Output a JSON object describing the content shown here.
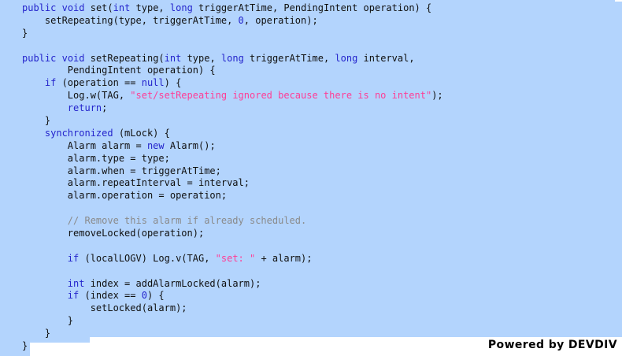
{
  "snippet": {
    "language": "java",
    "background_color": "#b3d4fd",
    "keyword_color": "#2424cc",
    "string_color": "#ff3d96",
    "comment_color": "#8a8a8a",
    "text_color": "#101010",
    "lines": [
      {
        "indent": 0,
        "tokens": [
          {
            "t": "public",
            "c": "kw"
          },
          {
            "t": " ",
            "c": "pln"
          },
          {
            "t": "void",
            "c": "kw"
          },
          {
            "t": " set(",
            "c": "pln"
          },
          {
            "t": "int",
            "c": "kw"
          },
          {
            "t": " type, ",
            "c": "pln"
          },
          {
            "t": "long",
            "c": "kw"
          },
          {
            "t": " triggerAtTime, PendingIntent operation) {",
            "c": "pln"
          }
        ]
      },
      {
        "indent": 1,
        "tokens": [
          {
            "t": "setRepeating(type, triggerAtTime, ",
            "c": "pln"
          },
          {
            "t": "0",
            "c": "num"
          },
          {
            "t": ", operation);",
            "c": "pln"
          }
        ]
      },
      {
        "indent": 0,
        "tokens": [
          {
            "t": "}",
            "c": "pln"
          }
        ]
      },
      {
        "indent": 0,
        "tokens": [
          {
            "t": "",
            "c": "pln"
          }
        ]
      },
      {
        "indent": 0,
        "tokens": [
          {
            "t": "public",
            "c": "kw"
          },
          {
            "t": " ",
            "c": "pln"
          },
          {
            "t": "void",
            "c": "kw"
          },
          {
            "t": " setRepeating(",
            "c": "pln"
          },
          {
            "t": "int",
            "c": "kw"
          },
          {
            "t": " type, ",
            "c": "pln"
          },
          {
            "t": "long",
            "c": "kw"
          },
          {
            "t": " triggerAtTime, ",
            "c": "pln"
          },
          {
            "t": "long",
            "c": "kw"
          },
          {
            "t": " interval,",
            "c": "pln"
          }
        ]
      },
      {
        "indent": 2,
        "tokens": [
          {
            "t": "PendingIntent operation) {",
            "c": "pln"
          }
        ]
      },
      {
        "indent": 1,
        "tokens": [
          {
            "t": "if",
            "c": "kw"
          },
          {
            "t": " (operation == ",
            "c": "pln"
          },
          {
            "t": "null",
            "c": "kw"
          },
          {
            "t": ") {",
            "c": "pln"
          }
        ]
      },
      {
        "indent": 2,
        "tokens": [
          {
            "t": "Log.w(TAG, ",
            "c": "pln"
          },
          {
            "t": "\"set/setRepeating ignored because there is no intent\"",
            "c": "str"
          },
          {
            "t": ");",
            "c": "pln"
          }
        ]
      },
      {
        "indent": 2,
        "tokens": [
          {
            "t": "return",
            "c": "kw"
          },
          {
            "t": ";",
            "c": "pln"
          }
        ]
      },
      {
        "indent": 1,
        "tokens": [
          {
            "t": "}",
            "c": "pln"
          }
        ]
      },
      {
        "indent": 1,
        "tokens": [
          {
            "t": "synchronized",
            "c": "kw"
          },
          {
            "t": " (mLock) {",
            "c": "pln"
          }
        ]
      },
      {
        "indent": 2,
        "tokens": [
          {
            "t": "Alarm alarm = ",
            "c": "pln"
          },
          {
            "t": "new",
            "c": "kw"
          },
          {
            "t": " Alarm();",
            "c": "pln"
          }
        ]
      },
      {
        "indent": 2,
        "tokens": [
          {
            "t": "alarm.type = type;",
            "c": "pln"
          }
        ]
      },
      {
        "indent": 2,
        "tokens": [
          {
            "t": "alarm.when = triggerAtTime;",
            "c": "pln"
          }
        ]
      },
      {
        "indent": 2,
        "tokens": [
          {
            "t": "alarm.repeatInterval = interval;",
            "c": "pln"
          }
        ]
      },
      {
        "indent": 2,
        "tokens": [
          {
            "t": "alarm.operation = operation;",
            "c": "pln"
          }
        ]
      },
      {
        "indent": 0,
        "tokens": [
          {
            "t": "",
            "c": "pln"
          }
        ]
      },
      {
        "indent": 2,
        "tokens": [
          {
            "t": "// Remove this alarm if already scheduled.",
            "c": "cmt"
          }
        ]
      },
      {
        "indent": 2,
        "tokens": [
          {
            "t": "removeLocked(operation);",
            "c": "pln"
          }
        ]
      },
      {
        "indent": 0,
        "tokens": [
          {
            "t": "",
            "c": "pln"
          }
        ]
      },
      {
        "indent": 2,
        "tokens": [
          {
            "t": "if",
            "c": "kw"
          },
          {
            "t": " (localLOGV) Log.v(TAG, ",
            "c": "pln"
          },
          {
            "t": "\"set: \"",
            "c": "str"
          },
          {
            "t": " + alarm);",
            "c": "pln"
          }
        ]
      },
      {
        "indent": 0,
        "tokens": [
          {
            "t": "",
            "c": "pln"
          }
        ]
      },
      {
        "indent": 2,
        "tokens": [
          {
            "t": "int",
            "c": "kw"
          },
          {
            "t": " index = addAlarmLocked(alarm);",
            "c": "pln"
          }
        ]
      },
      {
        "indent": 2,
        "tokens": [
          {
            "t": "if",
            "c": "kw"
          },
          {
            "t": " (index == ",
            "c": "pln"
          },
          {
            "t": "0",
            "c": "num"
          },
          {
            "t": ") {",
            "c": "pln"
          }
        ]
      },
      {
        "indent": 3,
        "tokens": [
          {
            "t": "setLocked(alarm);",
            "c": "pln"
          }
        ]
      },
      {
        "indent": 2,
        "tokens": [
          {
            "t": "}",
            "c": "pln"
          }
        ]
      },
      {
        "indent": 1,
        "tokens": [
          {
            "t": "}",
            "c": "pln"
          }
        ]
      },
      {
        "indent": 0,
        "tokens": [
          {
            "t": "}",
            "c": "pln"
          }
        ]
      }
    ]
  },
  "footer": {
    "watermark": "Powered by DEVDIV"
  }
}
